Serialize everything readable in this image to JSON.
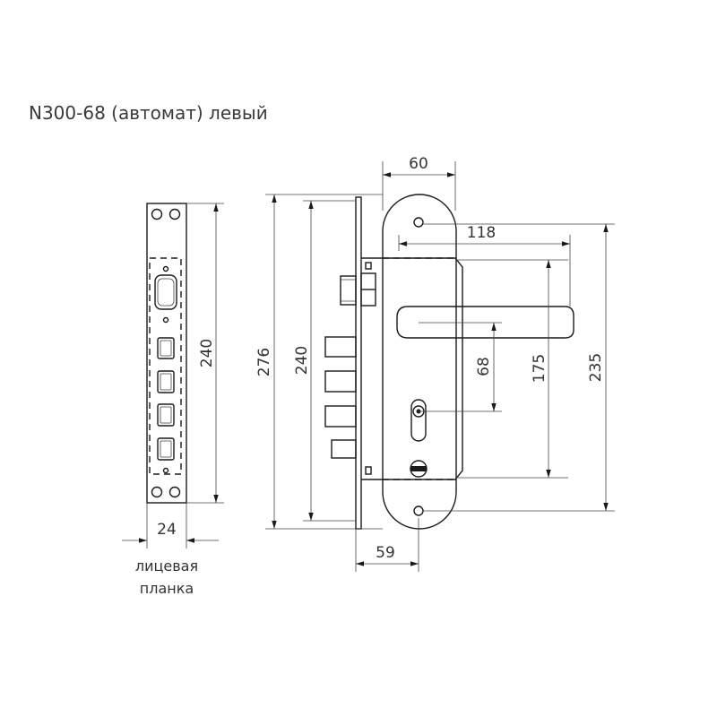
{
  "title": "N300-68 (автомат) левый",
  "faceplate": {
    "caption_line1": "лицевая",
    "caption_line2": "планка",
    "dim_height": "240",
    "dim_width": "24"
  },
  "lock": {
    "dim_total_height": "276",
    "dim_body_height": "240",
    "dim_backset": "59"
  },
  "handle": {
    "dim_plate_width": "60",
    "dim_handle_length": "118",
    "dim_center_distance": "68",
    "dim_spindle_to_screw": "175",
    "dim_plate_height": "235"
  }
}
